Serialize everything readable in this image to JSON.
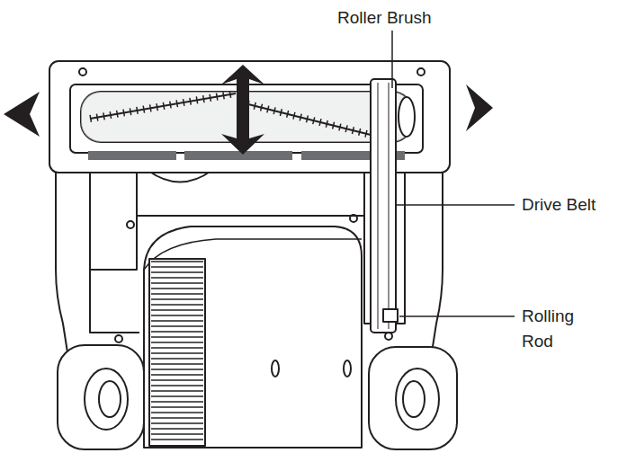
{
  "diagram": {
    "labels": [
      "Roller Brush",
      "Drive Belt",
      "Rolling Rod"
    ]
  }
}
